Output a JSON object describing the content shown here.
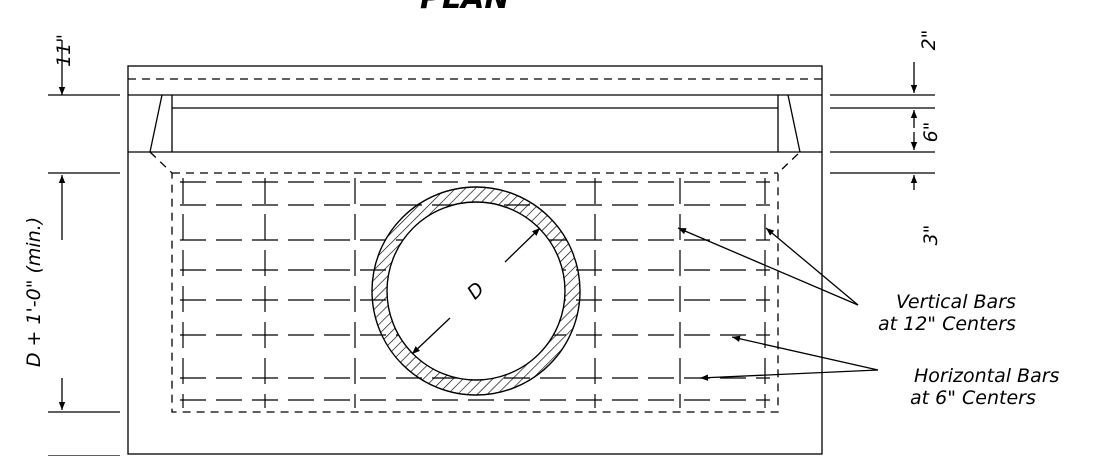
{
  "title": "PLAN",
  "dimensions": {
    "top_left": "11\"",
    "top_right": "2\"",
    "mid_right": "6\"",
    "low_right": "3\"",
    "left_height": "D + 1'-0\" (min.)",
    "pipe_diameter": "D"
  },
  "callouts": {
    "vertical_bars": {
      "line1": "Vertical Bars",
      "line2": "at 12\" Centers"
    },
    "horizontal_bars": {
      "line1": "Horizontal Bars",
      "line2": "at 6\" Centers"
    }
  }
}
